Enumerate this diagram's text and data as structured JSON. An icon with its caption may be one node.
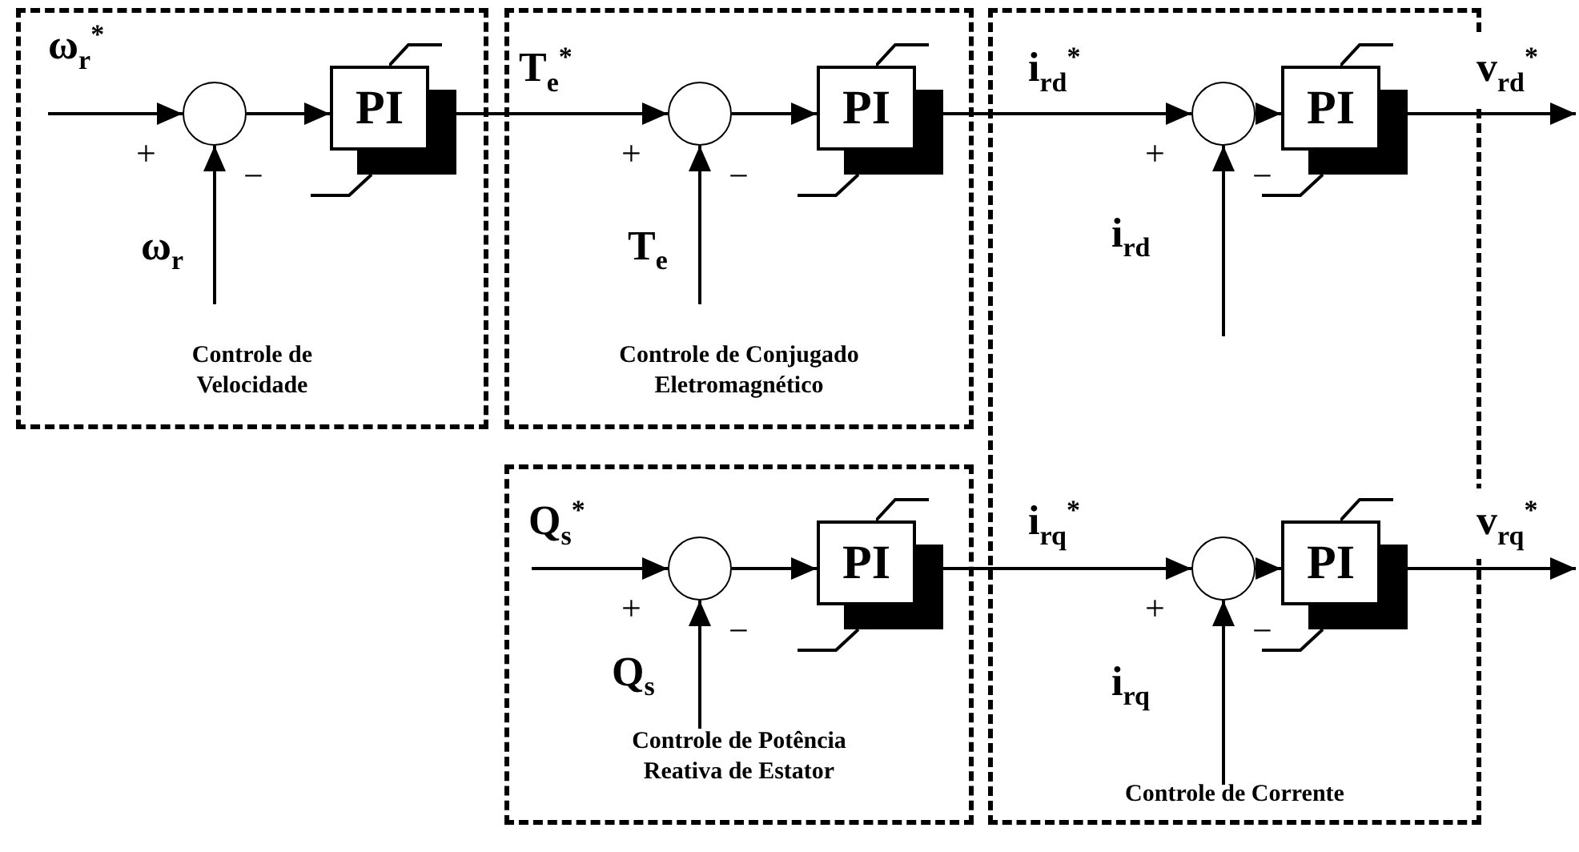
{
  "diagram": {
    "nodes": [
      {
        "text": [
          "Controle de Velocidade"
        ]
      },
      {
        "text": [],
        "shape": "circle",
        "in": 0,
        "beside": [
          "+",
          "−"
        ]
      },
      {
        "text": [
          "PI"
        ],
        "in": 0
      },
      {
        "text": [
          "Controle de Conjugado Eletromagnético"
        ]
      },
      {
        "text": [],
        "shape": "circle",
        "in": 3,
        "beside": [
          "+",
          "−"
        ]
      },
      {
        "text": [
          "PI"
        ],
        "in": 3
      },
      {
        "text": [
          "Controle de Corrente"
        ]
      },
      {
        "text": [],
        "shape": "circle",
        "in": 6,
        "beside": [
          "+",
          "−"
        ]
      },
      {
        "text": [
          "PI"
        ],
        "in": 6
      },
      {
        "text": [
          "Controle de Potência Reativa de Estator"
        ]
      },
      {
        "text": [],
        "shape": "circle",
        "in": 9,
        "beside": [
          "+",
          "−"
        ]
      },
      {
        "text": [
          "PI"
        ],
        "in": 9
      },
      {
        "text": [],
        "shape": "circle",
        "in": 6,
        "beside": [
          "+",
          "−"
        ]
      },
      {
        "text": [
          "PI"
        ],
        "in": 6
      }
    ],
    "edges": [
      {
        "from": null,
        "to": 1,
        "arrow": "to",
        "label": "ω$_{r}$$^{*}$"
      },
      {
        "from": null,
        "to": 1,
        "arrow": "to",
        "label": "ω$_{r}$"
      },
      {
        "from": 1,
        "to": 2,
        "arrow": "to"
      },
      {
        "from": 2,
        "to": 4,
        "arrow": "to",
        "label": "T$_{e}$$^{*}$"
      },
      {
        "from": null,
        "to": 4,
        "arrow": "to",
        "label": "T$_{e}$"
      },
      {
        "from": 4,
        "to": 5,
        "arrow": "to"
      },
      {
        "from": 5,
        "to": 7,
        "arrow": "to",
        "label": "i$_{rd}$$^{*}$"
      },
      {
        "from": null,
        "to": 7,
        "arrow": "to",
        "label": "i$_{rd}$"
      },
      {
        "from": 7,
        "to": 8,
        "arrow": "to"
      },
      {
        "from": 8,
        "to": null,
        "arrow": "to",
        "label": "v$_{rd}$$^{*}$"
      },
      {
        "from": null,
        "to": 10,
        "arrow": "to",
        "label": "Q$_{s}$$^{*}$"
      },
      {
        "from": null,
        "to": 10,
        "arrow": "to",
        "label": "Q$_{s}$"
      },
      {
        "from": 10,
        "to": 11,
        "arrow": "to"
      },
      {
        "from": 11,
        "to": 12,
        "arrow": "to",
        "label": "i$_{rq}$$^{*}$"
      },
      {
        "from": null,
        "to": 12,
        "arrow": "to",
        "label": "i$_{rq}$"
      },
      {
        "from": 12,
        "to": 13,
        "arrow": "to"
      },
      {
        "from": 13,
        "to": null,
        "arrow": "to",
        "label": "v$_{rq}$$^{*}$"
      }
    ]
  }
}
